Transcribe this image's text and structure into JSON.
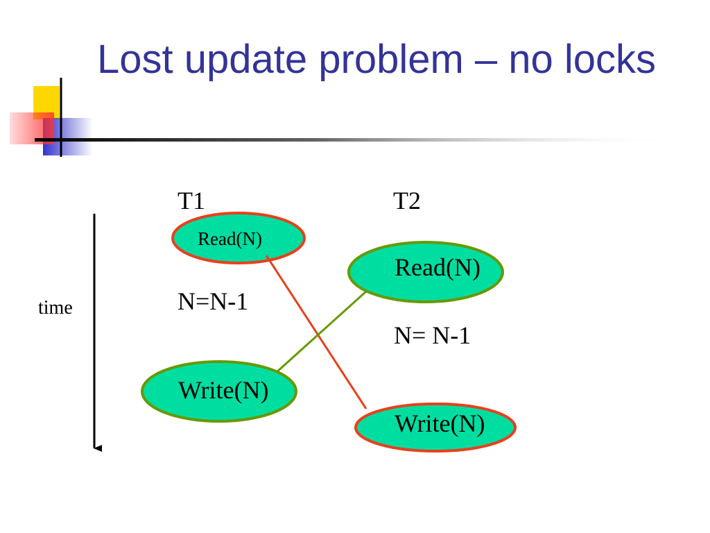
{
  "slide": {
    "title": "Lost update problem – no locks"
  },
  "diagram": {
    "time_label": "time",
    "columns": [
      {
        "header": "T1",
        "read": "Read(N)",
        "compute": "N=N-1",
        "write": "Write(N)"
      },
      {
        "header": "T2",
        "read": "Read(N)",
        "compute": "N= N-1",
        "write": "Write(N)"
      }
    ]
  },
  "colors": {
    "title": "#333399",
    "node_fill": "#00DDA0",
    "red": "#E8401C",
    "green": "#669900",
    "logo_yellow": "#FFD700",
    "logo_blue": "#3333CC",
    "logo_red": "#FF3333"
  }
}
